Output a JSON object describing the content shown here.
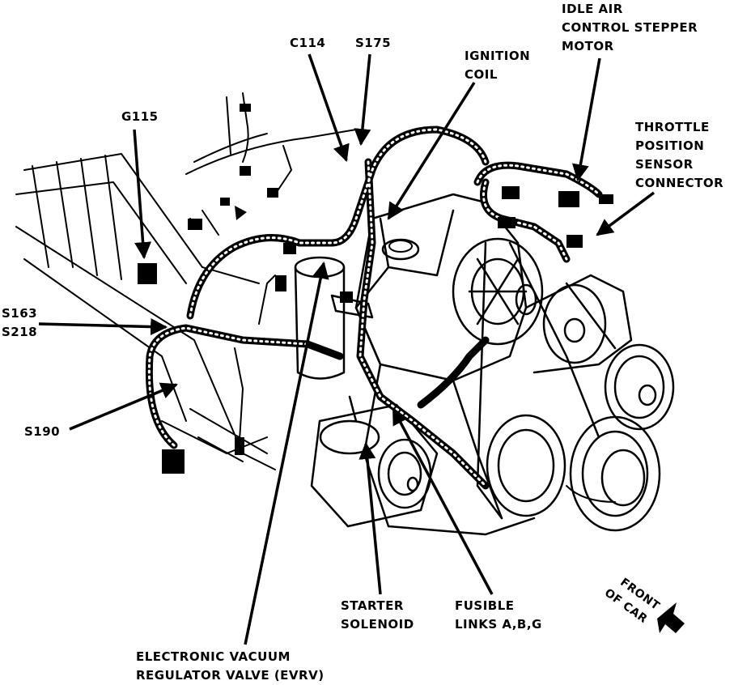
{
  "diagram": {
    "labels": {
      "idle_air": [
        "IDLE AIR",
        "CONTROL STEPPER",
        "MOTOR"
      ],
      "c114": "C114",
      "s175": "S175",
      "ignition_coil": [
        "IGNITION",
        "COIL"
      ],
      "g115": "G115",
      "throttle": [
        "THROTTLE",
        "POSITION",
        "SENSOR",
        "CONNECTOR"
      ],
      "s163_s218": [
        "S163",
        "S218"
      ],
      "s190": "S190",
      "starter_solenoid": [
        "STARTER",
        "SOLENOID"
      ],
      "fusible_links": [
        "FUSIBLE",
        "LINKS A,B,G"
      ],
      "evrv": [
        "ELECTRONIC VACUUM",
        "REGULATOR VALVE (EVRV)"
      ],
      "front_of_car": [
        "FRONT",
        "OF CAR"
      ]
    },
    "colors": {
      "ink": "#000000",
      "paper": "#ffffff"
    },
    "icons": {
      "direction_arrow": "front-of-car-arrow-icon"
    }
  }
}
